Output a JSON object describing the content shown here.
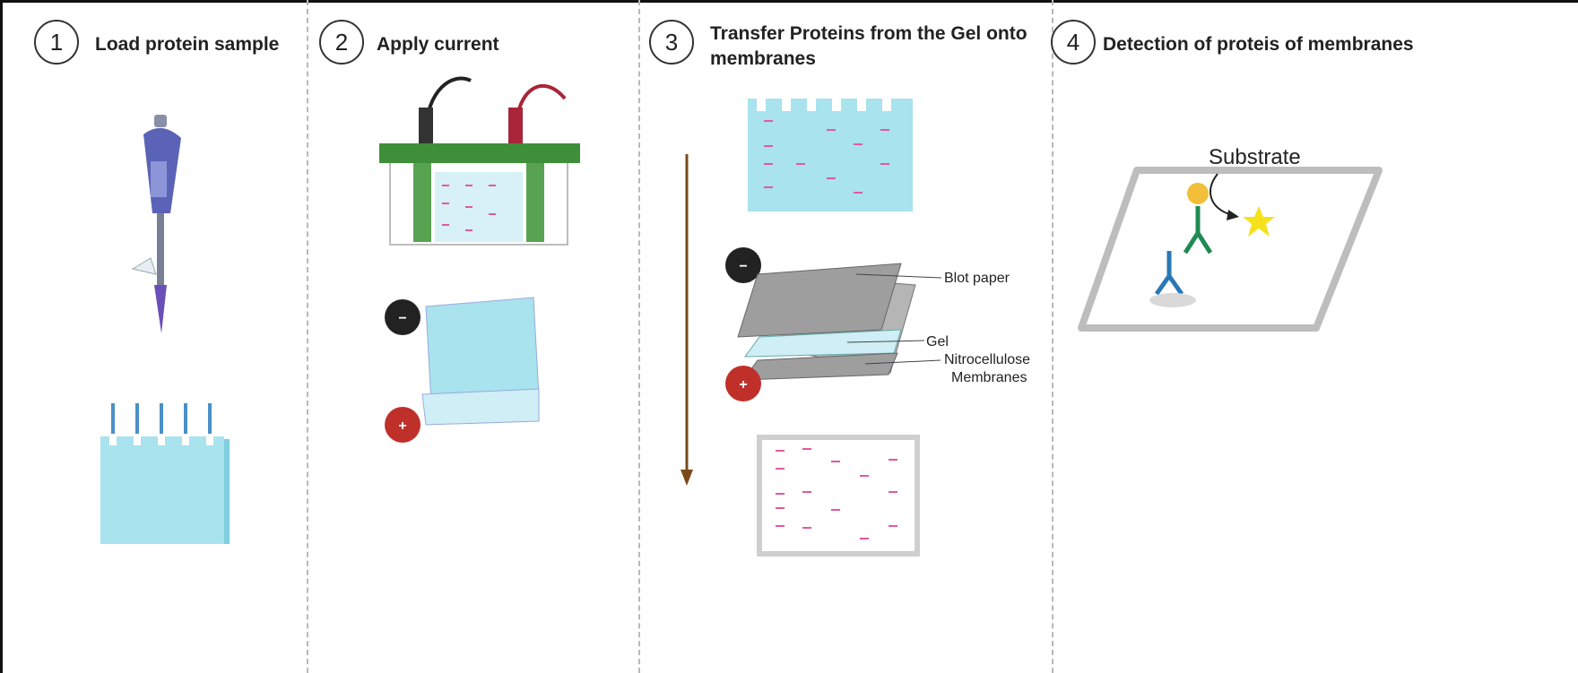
{
  "steps": [
    {
      "number": "1",
      "title": "Load protein sample"
    },
    {
      "number": "2",
      "title": "Apply current"
    },
    {
      "number": "3",
      "title": "Transfer Proteins from the Gel onto membranes"
    },
    {
      "number": "4",
      "title": "Detection of proteis of membranes"
    }
  ],
  "labels": {
    "blot_paper": "Blot paper",
    "gel": "Gel",
    "nitrocellulose": "Nitrocellulose",
    "membranes": "Membranes",
    "substrate": "Substrate",
    "minus": "−",
    "plus": "+"
  },
  "colors": {
    "gel": "#a8e3ee",
    "gel_dark": "#7fcfdf",
    "band": "#e05aa0",
    "apparatus_green": "#3f8f3a",
    "minus_electrode": "#222222",
    "plus_electrode": "#c0302b",
    "arrow": "#7a4a1a",
    "substrate_dot": "#f2bf3a",
    "product_star": "#f6e21c",
    "antibody_primary": "#1f8a52",
    "antibody_secondary": "#2a78b5"
  }
}
